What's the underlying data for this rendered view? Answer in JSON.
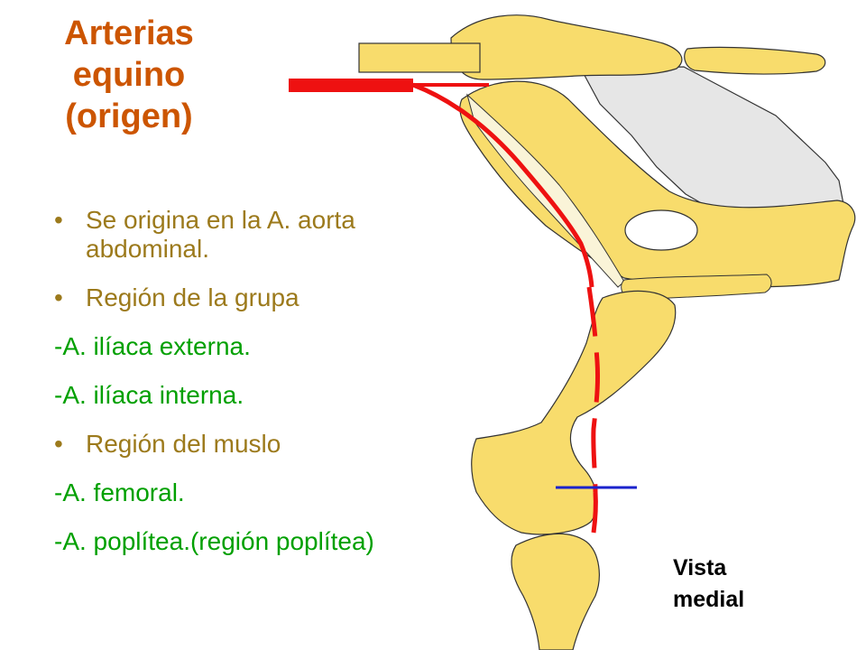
{
  "title": {
    "line1": "Arterias",
    "line2": "equino",
    "line3": "(origen)"
  },
  "list": {
    "bullet_symbol": "•",
    "items": [
      {
        "kind": "bullet",
        "text": "Se origina en la A. aorta abdominal."
      },
      {
        "kind": "bullet",
        "text": "Región de la grupa"
      },
      {
        "kind": "dash",
        "text": "-A. ilíaca externa."
      },
      {
        "kind": "dash",
        "text": "-A. ilíaca interna."
      },
      {
        "kind": "bullet",
        "text": "Región del muslo"
      },
      {
        "kind": "dash",
        "text": "-A. femoral."
      },
      {
        "kind": "dash",
        "text": "-A. poplítea.(región poplítea)"
      }
    ]
  },
  "label": {
    "line1": "Vista",
    "line2": "medial"
  },
  "colors": {
    "title": "#cc5500",
    "bullet_text": "#9c7a1c",
    "dash_text": "#00a000",
    "bone_fill": "#f8dc6c",
    "artery": "#ee1111",
    "marker_line": "#1a22cc",
    "ligament_fill": "#e6e6e6",
    "tendon_fill": "#faf4d8"
  }
}
